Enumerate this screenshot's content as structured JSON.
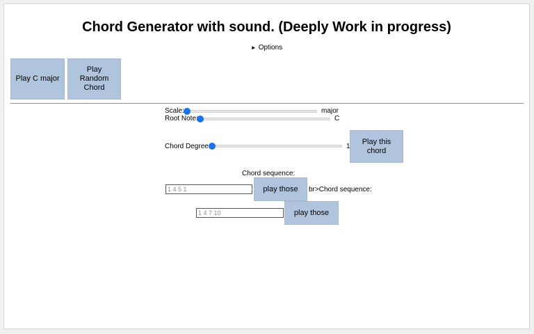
{
  "header": {
    "title": "Chord Generator with sound. (Deeply Work in progress)"
  },
  "options": {
    "marker": "►",
    "label": "Options"
  },
  "top_buttons": {
    "play_c_major": "Play C major",
    "play_random_chord": "Play Random Chord"
  },
  "controls": {
    "scale_label": "Scale:",
    "scale_value": "major",
    "root_note_label": "Root Note:",
    "root_note_value": "C",
    "chord_degree_label": "Chord Degree:",
    "chord_degree_value": "1",
    "play_this_chord": "Play this chord"
  },
  "sequence1": {
    "label": "Chord sequence:",
    "placeholder": "1 4 5 1",
    "button": "play those",
    "trailing_text": "br>Chord sequence:"
  },
  "sequence2": {
    "placeholder": "1 4 7 10",
    "button": "play those"
  },
  "colors": {
    "button_bg": "#b0c4de",
    "slider_thumb": "#1a73e8"
  }
}
